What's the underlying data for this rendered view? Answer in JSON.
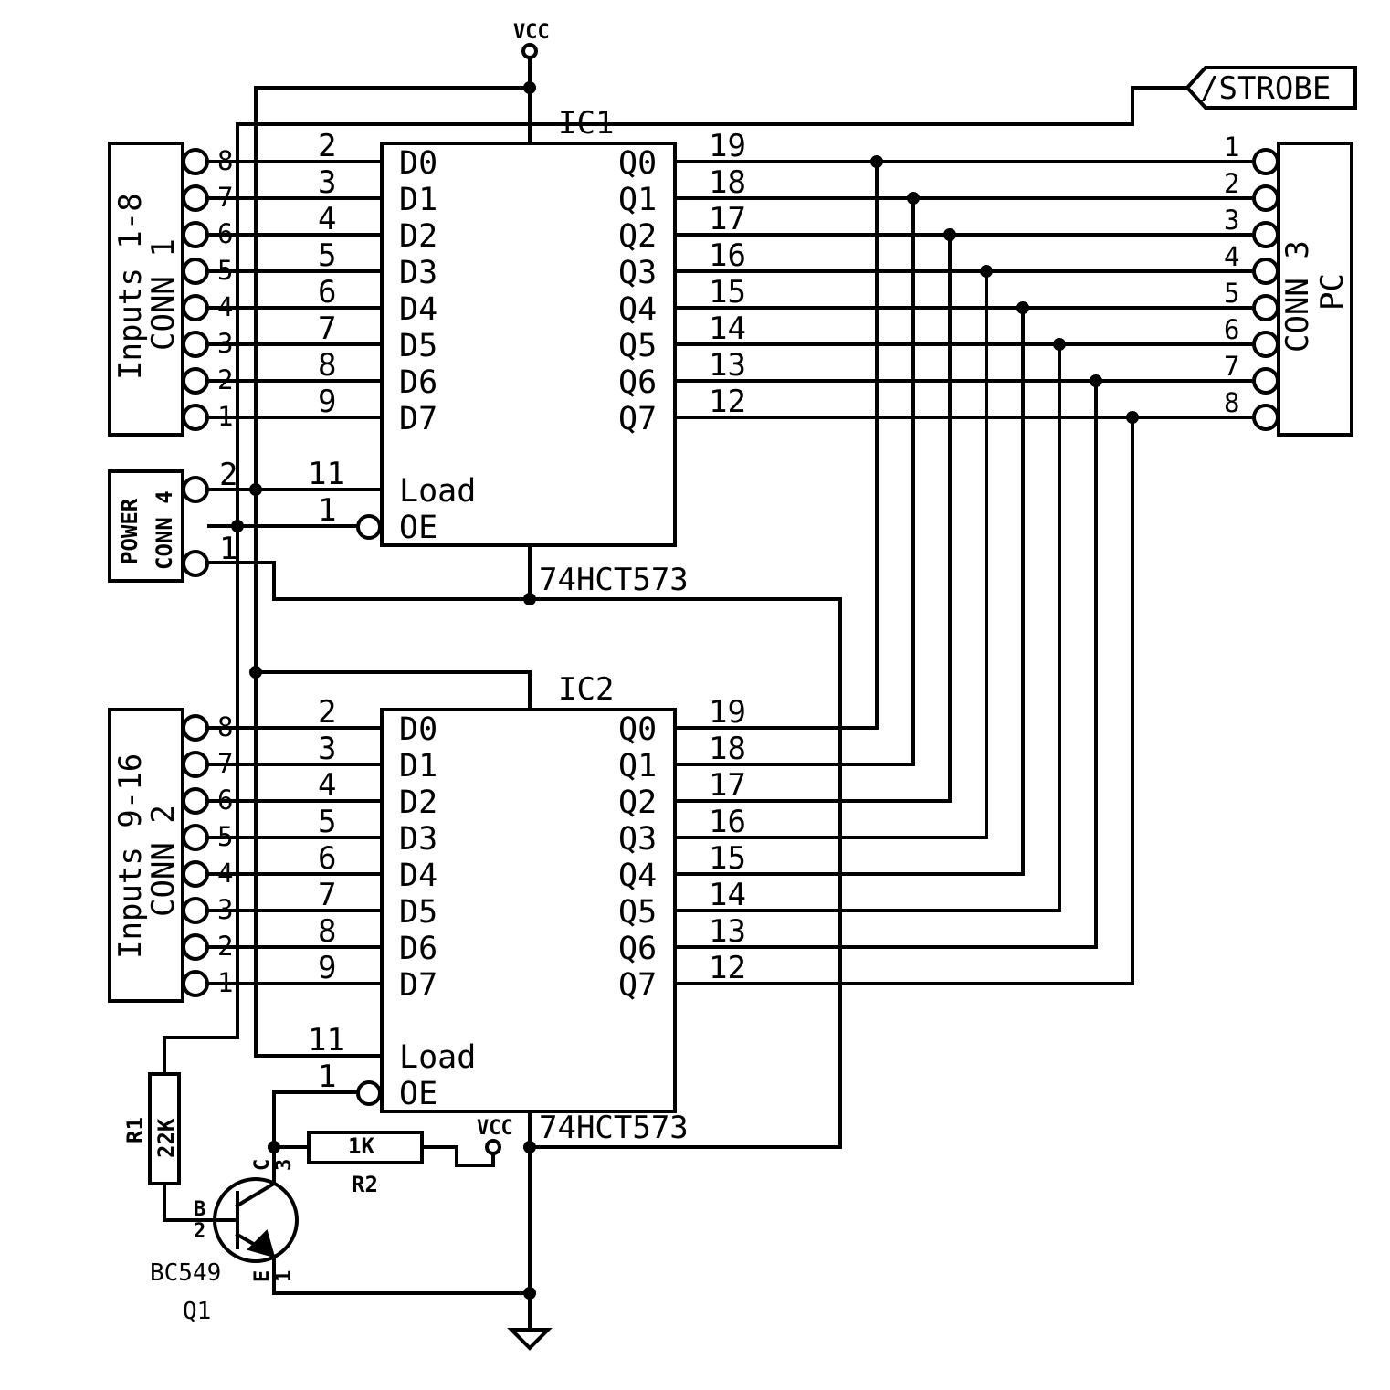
{
  "power": {
    "vcc_label": "VCC",
    "vcc2_label": "VCC"
  },
  "strobe": {
    "label": "/STROBE"
  },
  "ic1": {
    "ref": "IC1",
    "part": "74HCT573",
    "d_names": [
      "D0",
      "D1",
      "D2",
      "D3",
      "D4",
      "D5",
      "D6",
      "D7"
    ],
    "d_pins": [
      "2",
      "3",
      "4",
      "5",
      "6",
      "7",
      "8",
      "9"
    ],
    "q_names": [
      "Q0",
      "Q1",
      "Q2",
      "Q3",
      "Q4",
      "Q5",
      "Q6",
      "Q7"
    ],
    "q_pins": [
      "19",
      "18",
      "17",
      "16",
      "15",
      "14",
      "13",
      "12"
    ],
    "load_name": "Load",
    "load_pin": "11",
    "oe_name": "OE",
    "oe_pin": "1"
  },
  "ic2": {
    "ref": "IC2",
    "part": "74HCT573",
    "d_names": [
      "D0",
      "D1",
      "D2",
      "D3",
      "D4",
      "D5",
      "D6",
      "D7"
    ],
    "d_pins": [
      "2",
      "3",
      "4",
      "5",
      "6",
      "7",
      "8",
      "9"
    ],
    "q_names": [
      "Q0",
      "Q1",
      "Q2",
      "Q3",
      "Q4",
      "Q5",
      "Q6",
      "Q7"
    ],
    "q_pins": [
      "19",
      "18",
      "17",
      "16",
      "15",
      "14",
      "13",
      "12"
    ],
    "load_name": "Load",
    "load_pin": "11",
    "oe_name": "OE",
    "oe_pin": "1"
  },
  "conn1": {
    "title": "Inputs 1-8",
    "ref": "CONN 1",
    "pins": [
      "8",
      "7",
      "6",
      "5",
      "4",
      "3",
      "2",
      "1"
    ]
  },
  "conn2": {
    "title": "Inputs 9-16",
    "ref": "CONN 2",
    "pins": [
      "8",
      "7",
      "6",
      "5",
      "4",
      "3",
      "2",
      "1"
    ]
  },
  "conn3": {
    "title": "PC",
    "ref": "CONN 3",
    "pins": [
      "1",
      "2",
      "3",
      "4",
      "5",
      "6",
      "7",
      "8"
    ]
  },
  "conn4": {
    "title": "POWER",
    "ref": "CONN 4",
    "pins": [
      "2",
      "1"
    ]
  },
  "r1": {
    "ref": "R1",
    "value": "22K"
  },
  "r2": {
    "ref": "R2",
    "value": "1K"
  },
  "q1": {
    "part": "BC549",
    "ref": "Q1",
    "c_label": "C",
    "c_pin": "3",
    "b_label": "B",
    "b_pin": "2",
    "e_label": "E",
    "e_pin": "1"
  }
}
